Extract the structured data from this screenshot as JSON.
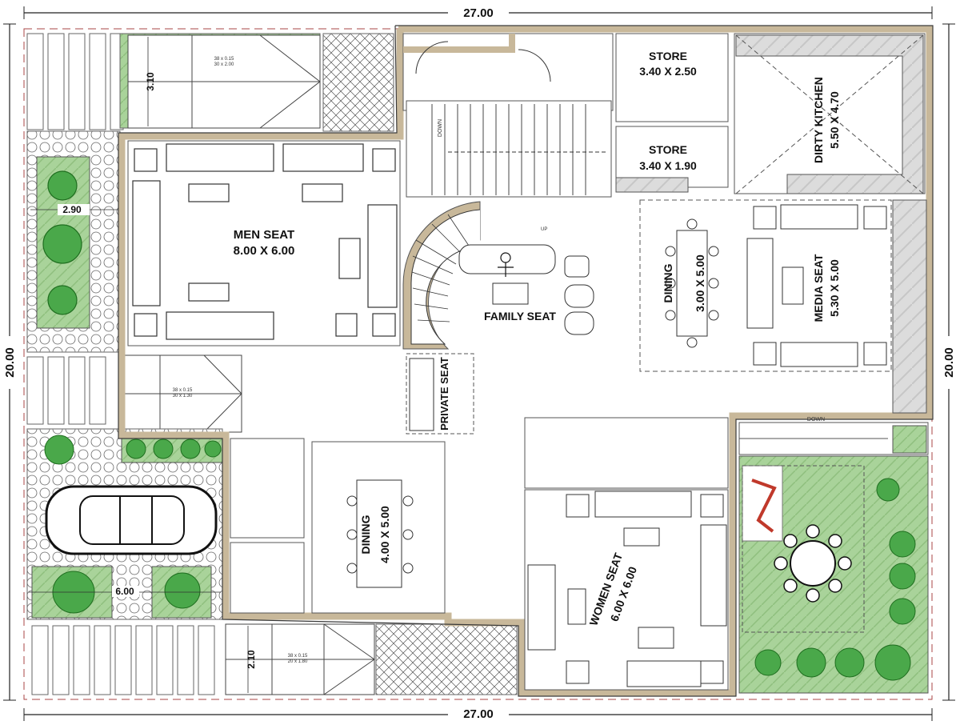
{
  "dimensions": {
    "top": "27.00",
    "bottom": "27.00",
    "left": "20.00",
    "right": "20.00",
    "side_left": "2.90",
    "parking": "6.00",
    "garden_top": "3.10",
    "garden_bottom": "2.10"
  },
  "rooms": {
    "men_seat": {
      "name": "MEN SEAT",
      "size": "8.00 X 6.00"
    },
    "store_1": {
      "name": "STORE",
      "size": "3.40 X 2.50"
    },
    "store_2": {
      "name": "STORE",
      "size": "3.40 X 1.90"
    },
    "dirty_kitchen": {
      "name": "DIRTY KITCHEN",
      "size": "5.50 X 4.70"
    },
    "family_seat": {
      "name": "FAMILY SEAT"
    },
    "dining_upper": {
      "name": "DINING",
      "size": "3.00 X 5.00"
    },
    "media_seat": {
      "name": "MEDIA SEAT",
      "size": "5.30 X 5.00"
    },
    "private_seat": {
      "name": "PRIVATE SEAT"
    },
    "dining_lower": {
      "name": "DINING",
      "size": "4.00 X 5.00"
    },
    "women_seat": {
      "name": "WOMEN SEAT",
      "size": "6.00 X 6.00"
    }
  },
  "stairs": {
    "down_1": "DOWN",
    "down_2": "DOWN",
    "up_mark": "UP"
  },
  "step_notes": {
    "top": [
      "38 x 0.15",
      "30 x 2.00"
    ],
    "middle": [
      "38 x 0.15",
      "30 x 1.30"
    ],
    "bottom": [
      "38 x 0.15",
      "20 x 1.80"
    ]
  },
  "colors": {
    "wall": "#c8b89a",
    "garden": "#9fcc8f",
    "marble": "#d9d9d9",
    "line": "#222222"
  }
}
